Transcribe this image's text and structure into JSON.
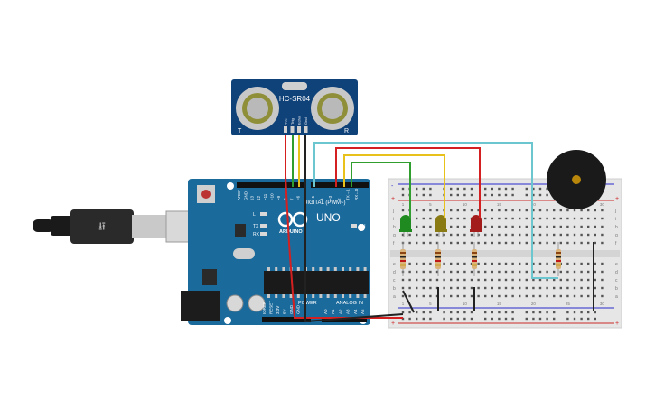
{
  "sensor": {
    "label": "HC-SR04",
    "left_mark": "T",
    "right_mark": "R",
    "pins": [
      "Vcc",
      "Trig",
      "Echo",
      "Gnd"
    ]
  },
  "arduino": {
    "logo_text": "ARDUINO",
    "model": "UNO",
    "digital_label": "DIGITAL (PWM~)",
    "power_label": "POWER",
    "analog_label": "ANALOG IN",
    "on_label": "ON",
    "tx_label": "TX",
    "rx_label": "RX",
    "l_label": "L",
    "top_pins": [
      "AREF",
      "GND",
      "13",
      "12",
      "~11",
      "~10",
      "~9",
      "8",
      "7",
      "~6",
      "~5",
      "4",
      "~3",
      "2",
      "TX→1",
      "RX←0"
    ],
    "power_pins": [
      "IOREF",
      "RESET",
      "3.3V",
      "5V",
      "GND",
      "GND",
      "Vin"
    ],
    "analog_pins": [
      "A0",
      "A1",
      "A2",
      "A3",
      "A4",
      "A5"
    ]
  },
  "breadboard": {
    "row_letters_top": [
      "j",
      "i",
      "h",
      "g",
      "f"
    ],
    "row_letters_bottom": [
      "e",
      "d",
      "c",
      "b",
      "a"
    ],
    "column_numbers": [
      "1",
      "5",
      "10",
      "15",
      "20",
      "25",
      "30"
    ],
    "plus": "+",
    "minus": "-"
  },
  "leds": [
    {
      "color_name": "green",
      "color": "#1f8a1f"
    },
    {
      "color_name": "yellow",
      "color": "#8a7a14"
    },
    {
      "color_name": "red",
      "color": "#a31d1d"
    }
  ],
  "colors": {
    "board_blue": "#1b6a9c",
    "sensor_blue": "#10427a",
    "wire_red": "#d42020",
    "wire_green": "#2f9e2f",
    "wire_yellow": "#e8c21a",
    "wire_cyan": "#6cc6cf",
    "wire_black": "#222222",
    "breadboard": "#e6e6e6"
  }
}
